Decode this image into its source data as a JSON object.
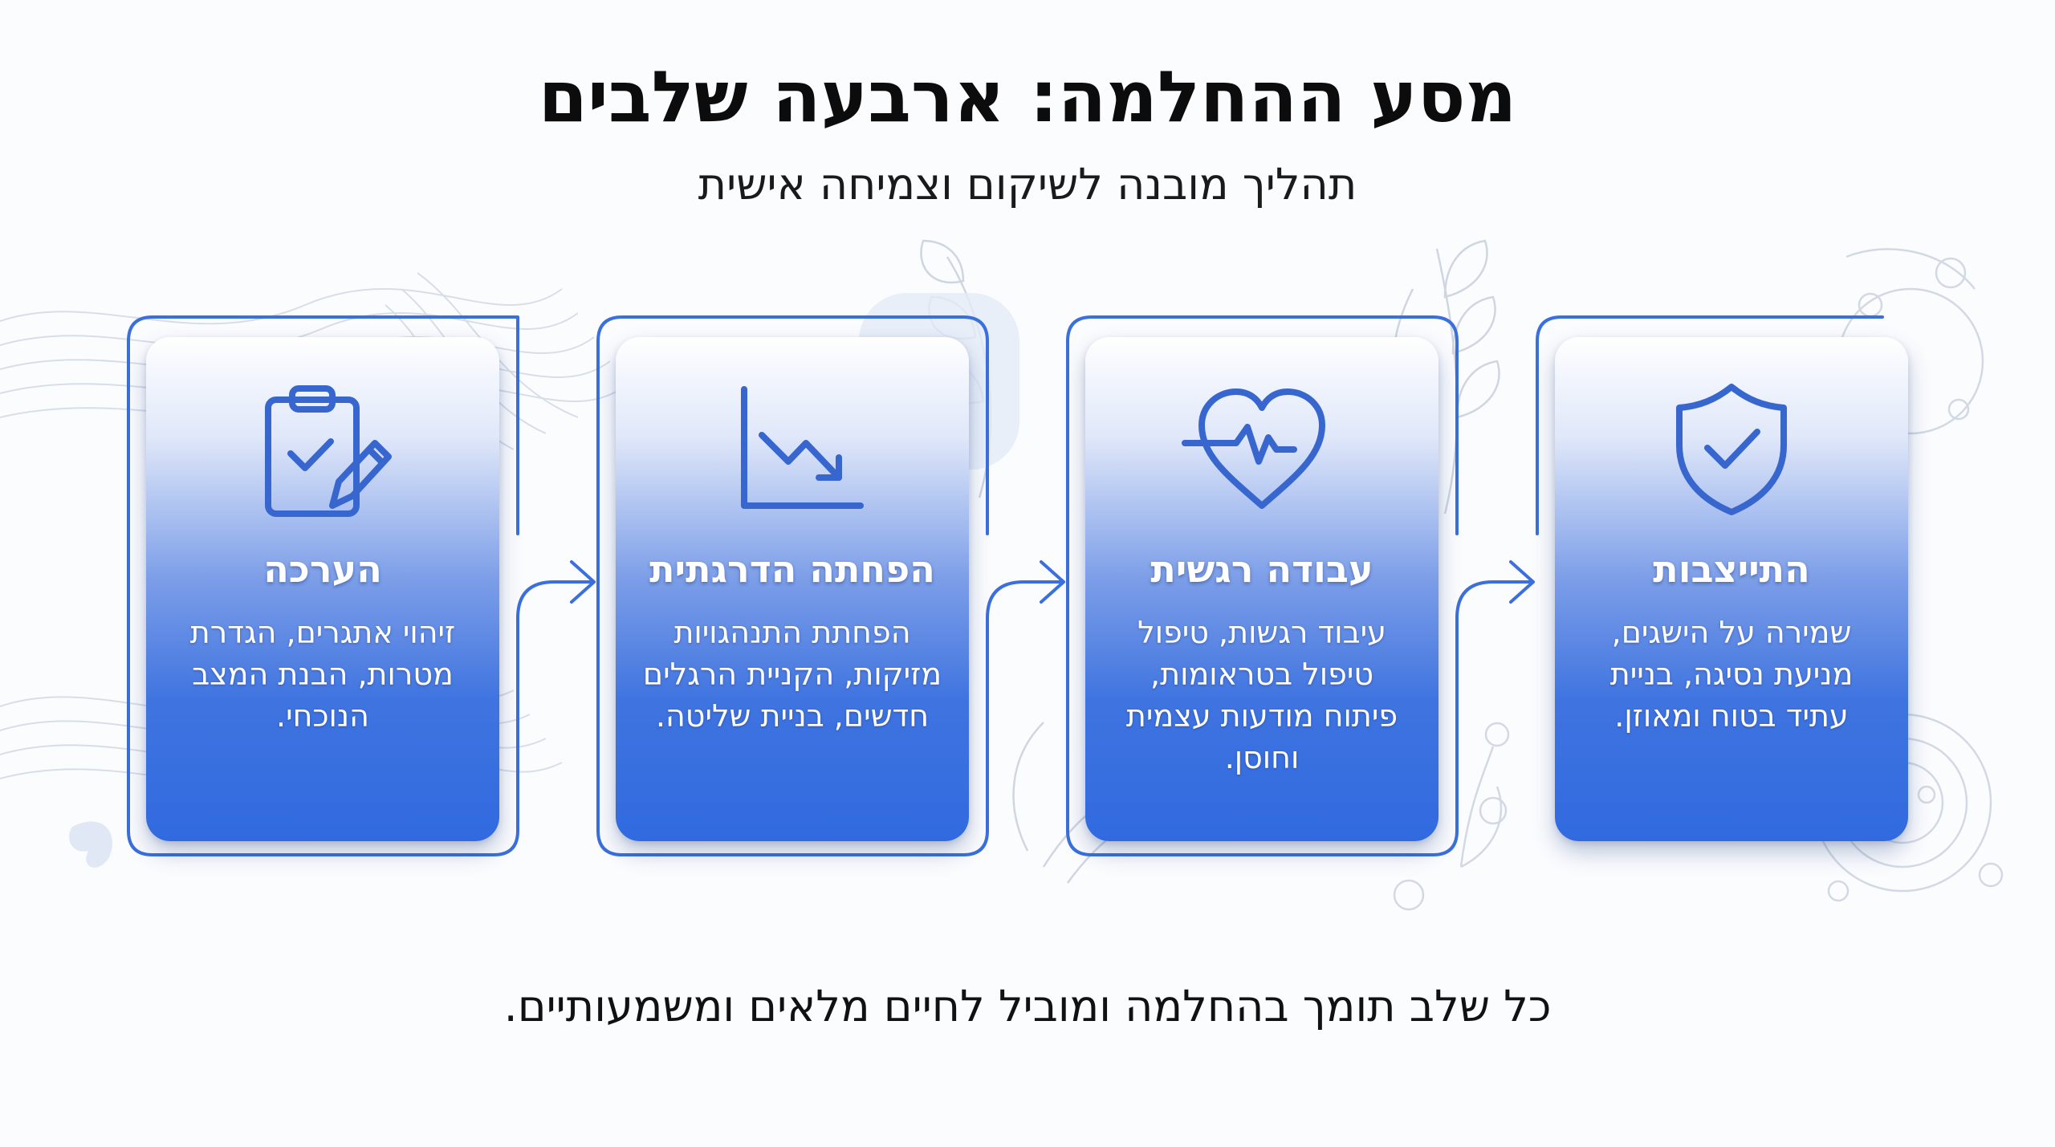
{
  "title": "מסע ההחלמה: ארבעה שלבים",
  "subtitle": "תהליך מובנה לשיקום וצמיחה אישית",
  "steps": [
    {
      "title": "התייצבות",
      "description": "שמירה על הישגים, מניעת נסיגה, בניית עתיד בטוח ומאוזן.",
      "icon": "shield-check-icon"
    },
    {
      "title": "עבודה רגשית",
      "description": "עיבוד רגשות, טיפול טיפול בטראומות, פיתוח מודעות עצמית וחוסן.",
      "icon": "heart-pulse-icon"
    },
    {
      "title": "הפחתה הדרגתית",
      "description": "הפחתת התנהגויות מזיקות, הקניית הרגלים חדשים, בניית שליטה.",
      "icon": "declining-chart-icon"
    },
    {
      "title": "הערכה",
      "description": "זיהוי אתגרים, הגדרת מטרות, הבנת המצב הנוכחי.",
      "icon": "clipboard-pencil-icon"
    }
  ],
  "footer": "כל שלב תומך בהחלמה ומוביל לחיים מלאים ומשמעותיים.",
  "colors": {
    "accent": "#3a6fdc",
    "card_bottom": "#316ae0",
    "icon": "#3766cf",
    "text_dark": "#0c0c0c"
  }
}
